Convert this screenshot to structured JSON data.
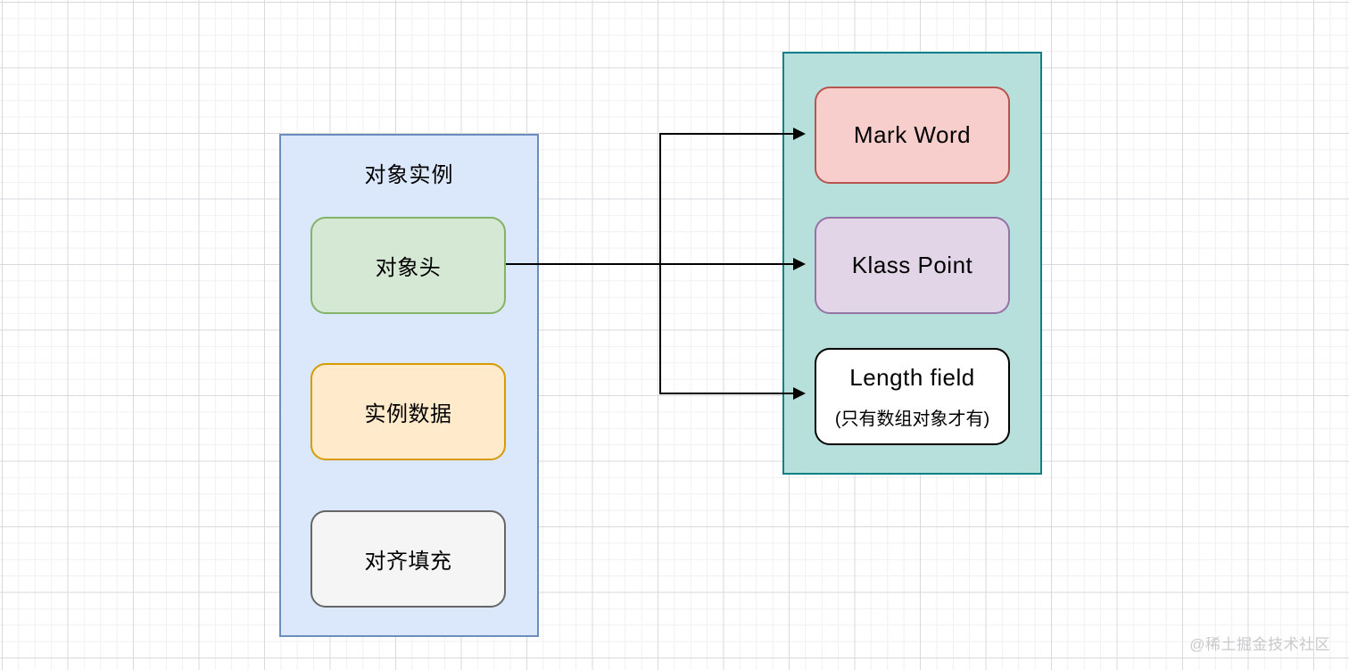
{
  "diagram": {
    "left_container": {
      "title": "对象实例",
      "fill": "#dbe8fb",
      "border": "#6c8ebf",
      "boxes": [
        {
          "label": "对象头",
          "fill": "#d5e8d4",
          "border": "#82b366"
        },
        {
          "label": "实例数据",
          "fill": "#ffeacc",
          "border": "#d79b00"
        },
        {
          "label": "对齐填充",
          "fill": "#f5f5f5",
          "border": "#666666"
        }
      ]
    },
    "right_container": {
      "fill": "#b7e0dc",
      "border": "#0e8088",
      "boxes": [
        {
          "label": "Mark Word",
          "fill": "#f8cecc",
          "border": "#b85450"
        },
        {
          "label": "Klass Point",
          "fill": "#e1d5e7",
          "border": "#9673a6"
        },
        {
          "label": "Length field",
          "sublabel": "(只有数组对象才有)",
          "fill": "#ffffff",
          "border": "#000000"
        }
      ]
    },
    "connector_color": "#000000",
    "watermark": "@稀土掘金技术社区"
  }
}
